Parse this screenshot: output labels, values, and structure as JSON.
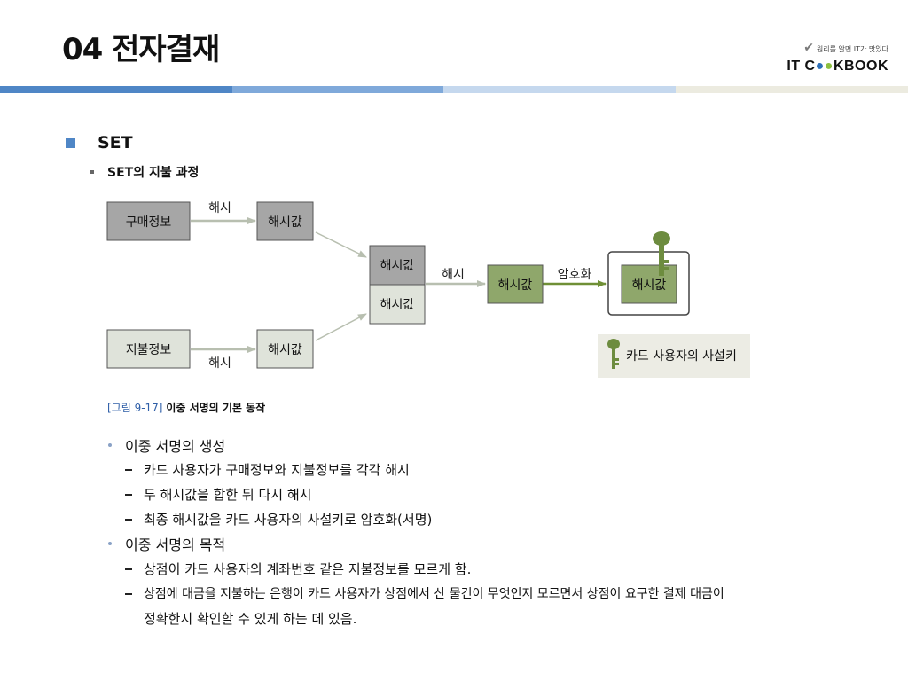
{
  "page": {
    "title": "04 전자결재"
  },
  "logo": {
    "tagline": "원리를 알면 IT가 맛있다",
    "brand_a": "IT C",
    "brand_o1": "●",
    "brand_o2": "●",
    "brand_b": "KBOOK"
  },
  "section": {
    "heading": "SET",
    "subheading": "SET의 지불 과정"
  },
  "diagram": {
    "purchase": "구매정보",
    "payment": "지불정보",
    "hash_label_top": "해시",
    "hash_label_bottom": "해시",
    "hash_value_top": "해시값",
    "hash_value_bottom": "해시값",
    "stack_top": "해시값",
    "stack_bottom": "해시값",
    "hash_label_mid": "해시",
    "hash_value_mid": "해시값",
    "encrypt_label": "암호화",
    "signed_value": "해시값",
    "key_legend": "카드 사용자의 사설키",
    "colors": {
      "gray_box": "#a6a6a6",
      "light_box": "#dfe3da",
      "green_box": "#8fa76b",
      "key": "#6d8c3f",
      "arrow_gray": "#b8bfb0",
      "arrow_green": "#6f8f35"
    }
  },
  "caption": {
    "number": "[그림 9-17]",
    "text": "이중 서명의 기본 동작"
  },
  "bullets": [
    {
      "text": "이중 서명의 생성",
      "items": [
        "카드 사용자가 구매정보와 지불정보를 각각 해시",
        "두 해시값을 합한 뒤 다시 해시",
        "최종 해시값을 카드 사용자의 사설키로 암호화(서명)"
      ]
    },
    {
      "text": "이중 서명의 목적",
      "items": [
        "상점이 카드 사용자의 계좌번호 같은 지불정보를 모르게 함.",
        "상점에 대금을 지불하는 은행이 카드 사용자가 상점에서 산 물건이 무엇인지 모르면서 상점이 요구한 결제 대금이",
        "정확한지 확인할 수 있게 하는 데 있음."
      ]
    }
  ]
}
